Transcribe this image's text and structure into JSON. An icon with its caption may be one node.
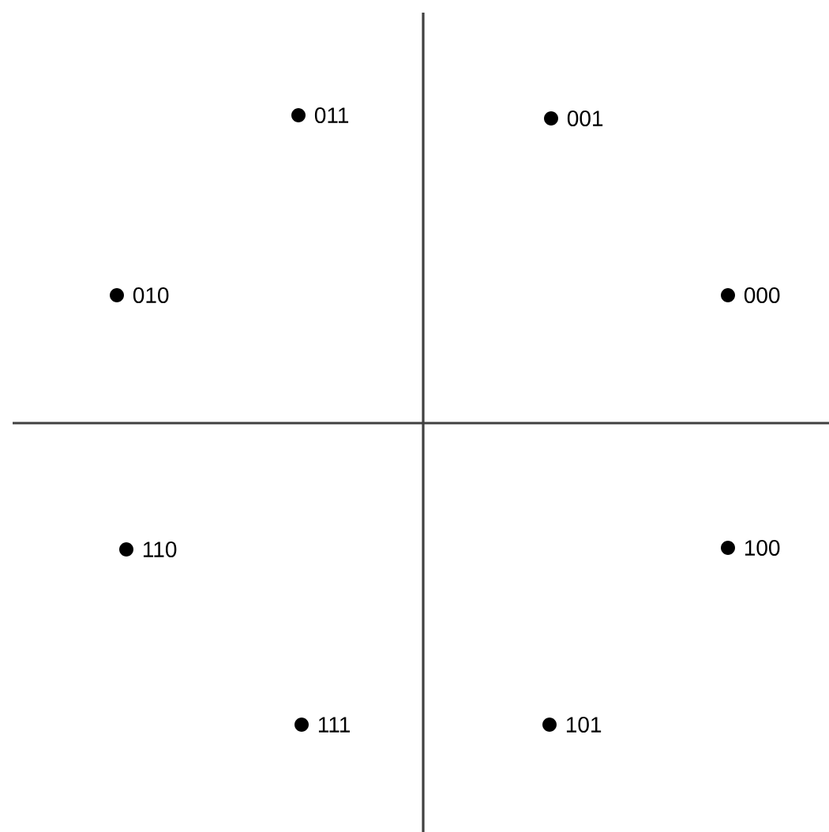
{
  "diagram": {
    "nodes": [
      {
        "text": [],
        "shape": "circle",
        "beside": [
          "011"
        ]
      },
      {
        "text": [],
        "shape": "circle",
        "beside": [
          "001"
        ]
      },
      {
        "text": [],
        "shape": "circle",
        "beside": [
          "010"
        ]
      },
      {
        "text": [],
        "shape": "circle",
        "beside": [
          "000"
        ]
      },
      {
        "text": [],
        "shape": "circle",
        "beside": [
          "110"
        ]
      },
      {
        "text": [],
        "shape": "circle",
        "beside": [
          "100"
        ]
      },
      {
        "text": [],
        "shape": "circle",
        "beside": [
          "111"
        ]
      },
      {
        "text": [],
        "shape": "circle",
        "beside": [
          "101"
        ]
      }
    ]
  }
}
